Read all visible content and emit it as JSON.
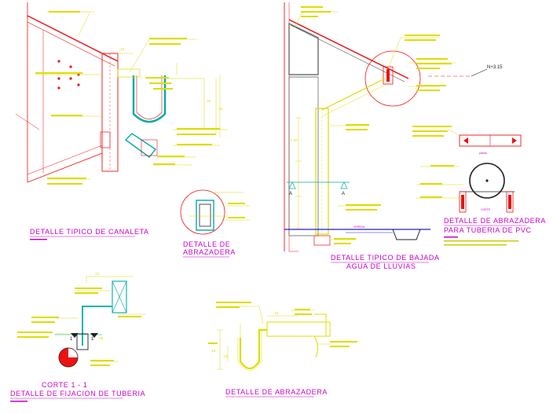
{
  "colors": {
    "background": "#ffffff",
    "structure": "#ee1111",
    "annotation": "#dddd00",
    "section": "#00aaaa",
    "title": "#cc00cc",
    "ground": "#2222cc",
    "dark": "#222222"
  },
  "titles": {
    "canaleta": "DETALLE TIPICO DE CANALETA",
    "abrazadera_small_1": "DETALLE DE",
    "abrazadera_small_2": "ABRAZADERA",
    "bajada_1": "DETALLE TIPICO DE BAJADA",
    "bajada_2": "AGUA DE LLUVIAS",
    "pvc_1": "DETALLE DE ABRAZADERA",
    "pvc_2": "PARA TUBERIA DE PVC",
    "corte_1": "CORTE 1 - 1",
    "fijacion": "DETALLE DE FIJACION DE TUBERIA",
    "abrazadera_bottom": "DETALLE DE ABRAZADERA"
  },
  "labels": {
    "level": "N+3.15",
    "section_mark": "A",
    "corte": "CORTE",
    "planta": "planta",
    "vereda": "VEREDA"
  },
  "dimensions": {
    "d1": ".10",
    "d2": ".15",
    "d3": ".20",
    "d4": ".05",
    "d5": ".12",
    "d6": "1.00",
    "d7": ".18",
    "d8": ".08"
  }
}
